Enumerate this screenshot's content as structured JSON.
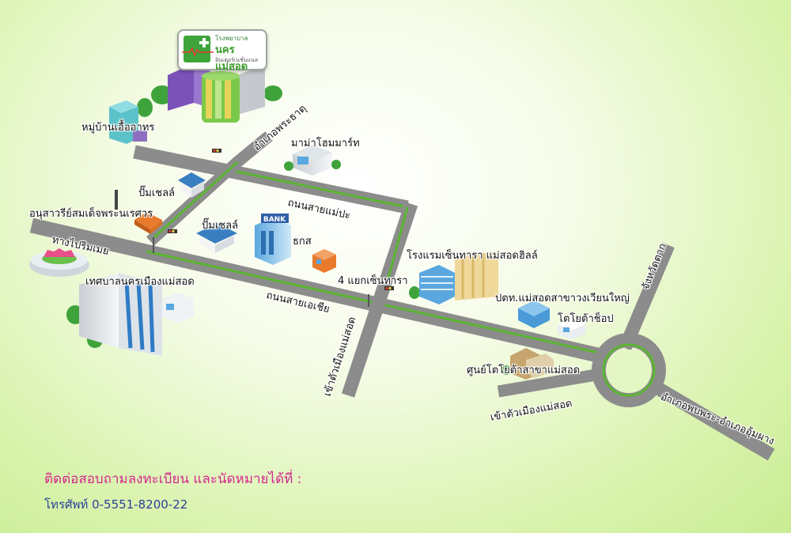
{
  "logo": {
    "line1": "โรงพยาบาล",
    "line2": "นครแม่สอด",
    "line3": "อินเตอร์เนชั่นแนล"
  },
  "labels": {
    "village": "หมู่บ้านเอื้ออาทร",
    "phrathat_district": "อำเภอพระธาตุ",
    "makro": "มาม่าโฮมมาร์ท",
    "shell1": "ปั๊มเชลล์",
    "monument": "อนุสาวรีย์สมเด็จพระนเรศวร",
    "mae_pa_road": "ถนนสายแม่ปะ",
    "to_rim_moei": "ทางไปริมเมย",
    "shell2": "ปั๊มเชลล์",
    "bank": "ธกส",
    "bank_sign": "BANK",
    "centara_hotel": "โรงแรมเซ็นทารา แม่สอดฮิลล์",
    "centara_junction": "4 แยกเซ็นทารา",
    "municipality": "เทศบาลนครเมืองแม่สอด",
    "asia_road": "ถนนสายเอเชีย",
    "into_town1": "เข้าตัวเมืองแม่สอด",
    "ptt": "ปตท.แม่สอดสาขาวงเวียนใหญ่",
    "tak_province": "จังหวัดตาก",
    "toyota_shop": "โตโยต้าช็อป",
    "toyota_center": "ศูนย์โตโยต้าสาขาแม่สอด",
    "into_town2": "เข้าตัวเมืองแม่สอด",
    "phop_phra": "อำเภอพบพระ-อำเภออุ้มผาง"
  },
  "contact": {
    "heading": "ติดต่อสอบถามลงทะเบียน และนัดหมายได้ที่ :",
    "phone": "โทรศัพท์ 0-5551-8200-22"
  },
  "colors": {
    "road": "#8c8c8c",
    "road_line": "#5ab532",
    "contact_heading": "#d4278e",
    "phone": "#2c3f9a"
  }
}
